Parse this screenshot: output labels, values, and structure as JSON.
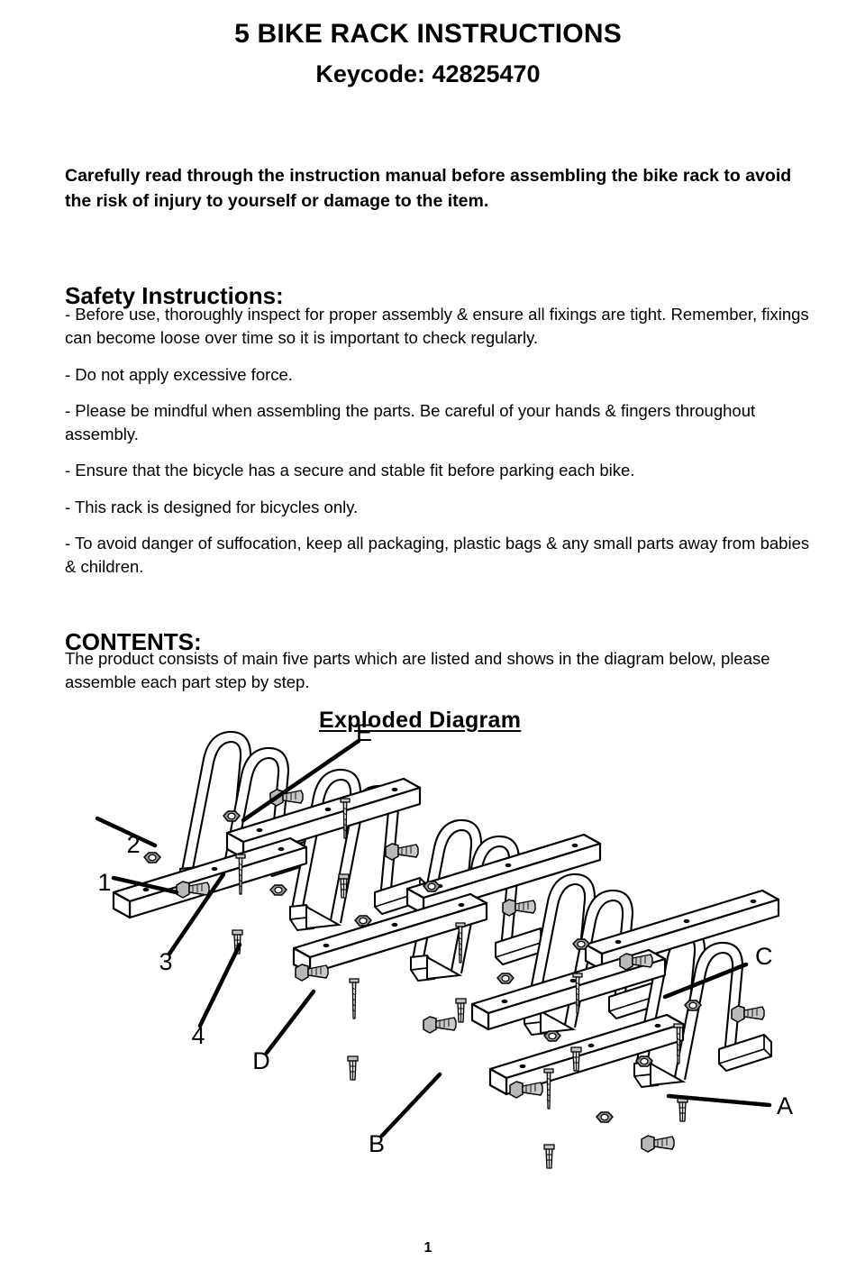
{
  "document": {
    "title": "5 BIKE RACK INSTRUCTIONS",
    "subtitle": "Keycode: 42825470",
    "page_number": "1"
  },
  "warning": {
    "text": "Carefully read through the instruction manual before assembling the bike rack to avoid the risk of injury to yourself or damage to the item."
  },
  "safety": {
    "heading": "Safety Instructions:",
    "items": [
      "- Before use, thoroughly inspect for proper assembly & ensure all fixings are tight. Remember, fixings can become loose over time so it is important to check regularly.",
      "- Do not apply excessive force.",
      "- Please be mindful when assembling the parts. Be careful of your hands & fingers throughout assembly.",
      "- Ensure that the bicycle has a secure and stable fit before parking each bike.",
      "- This rack is designed for bicycles only.",
      "- To avoid danger of suffocation, keep all packaging, plastic bags & any small parts away from babies & children."
    ]
  },
  "contents": {
    "heading": "CONTENTS:",
    "text": "The product consists of main five parts which are listed and shows in the diagram below, please assemble each part step by step."
  },
  "diagram": {
    "title": "Exploded Diagram",
    "callouts": [
      {
        "label": "E",
        "target": "upper-rail-beam"
      },
      {
        "label": "2",
        "target": "hex-nut"
      },
      {
        "label": "1",
        "target": "hex-bolt"
      },
      {
        "label": "3",
        "target": "long-screw"
      },
      {
        "label": "4",
        "target": "wall-plug"
      },
      {
        "label": "D",
        "target": "middle-rail-beam"
      },
      {
        "label": "B",
        "target": "lower-rail-beam"
      },
      {
        "label": "C",
        "target": "bike-hoop-tube"
      },
      {
        "label": "A",
        "target": "rail-end-cap"
      }
    ]
  },
  "colors": {
    "ink": "#000000",
    "paper": "#ffffff",
    "metal_fill": "#b8b8b8",
    "metal_shade": "#8c8c8c"
  }
}
